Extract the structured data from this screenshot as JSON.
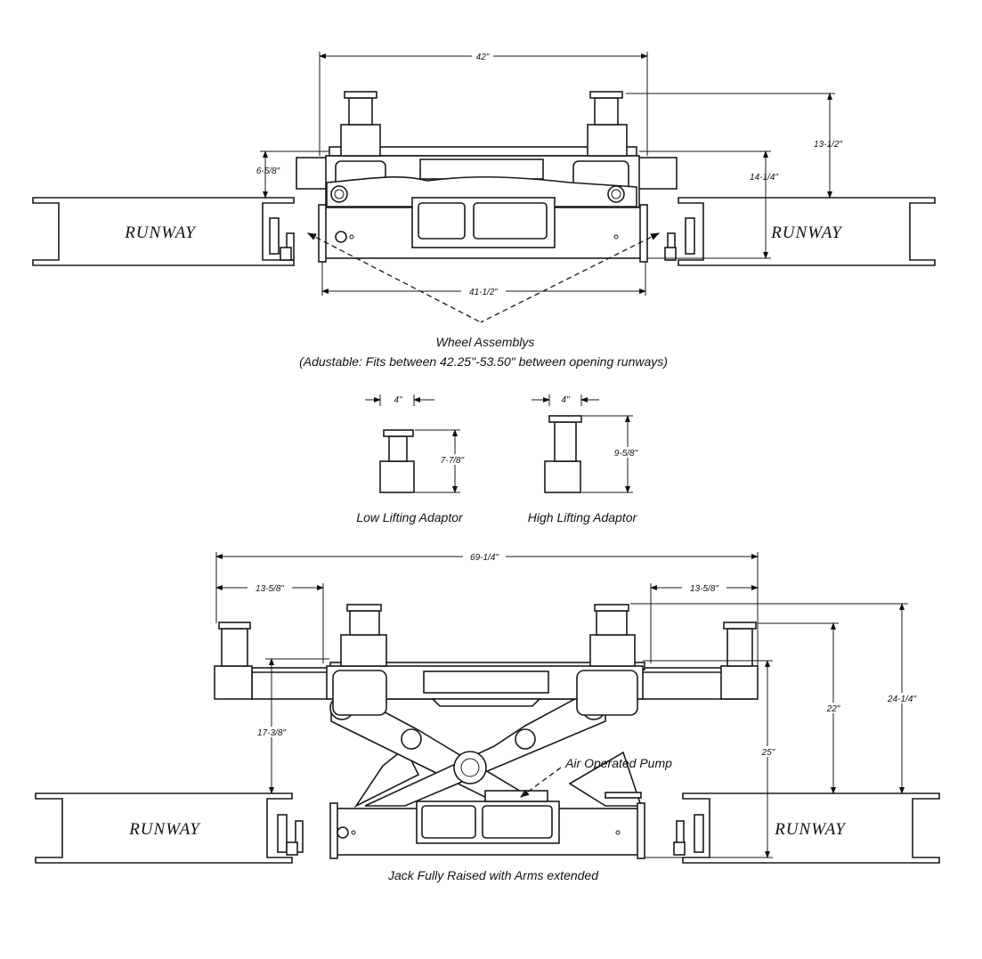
{
  "top_view": {
    "dim_width_top": "42\"",
    "dim_width_base": "41-1/2\"",
    "dim_left_height": "6-5/8\"",
    "dim_post_height": "13-1/2\"",
    "dim_overall_height": "14-1/4\"",
    "runway_left": "RUNWAY",
    "runway_right": "RUNWAY",
    "caption": "Wheel Assemblys",
    "caption_note": "(Adustable: Fits between 42.25\"-53.50\" between opening runways)"
  },
  "adaptors": {
    "low": {
      "width": "4\"",
      "height": "7-7/8\"",
      "label": "Low Lifting Adaptor"
    },
    "high": {
      "width": "4\"",
      "height": "9-5/8\"",
      "label": "High Lifting Adaptor"
    }
  },
  "bottom_view": {
    "dim_overall_width": "69-1/4\"",
    "dim_arm_left": "13-5/8\"",
    "dim_arm_right": "13-5/8\"",
    "dim_arm_height": "17-3/8\"",
    "dim_raised_height": "25\"",
    "dim_outer_post": "22\"",
    "dim_inner_post": "24-1/4\"",
    "pump_label": "Air Operated Pump",
    "runway_left": "RUNWAY",
    "runway_right": "RUNWAY",
    "caption": "Jack Fully Raised with Arms extended"
  }
}
